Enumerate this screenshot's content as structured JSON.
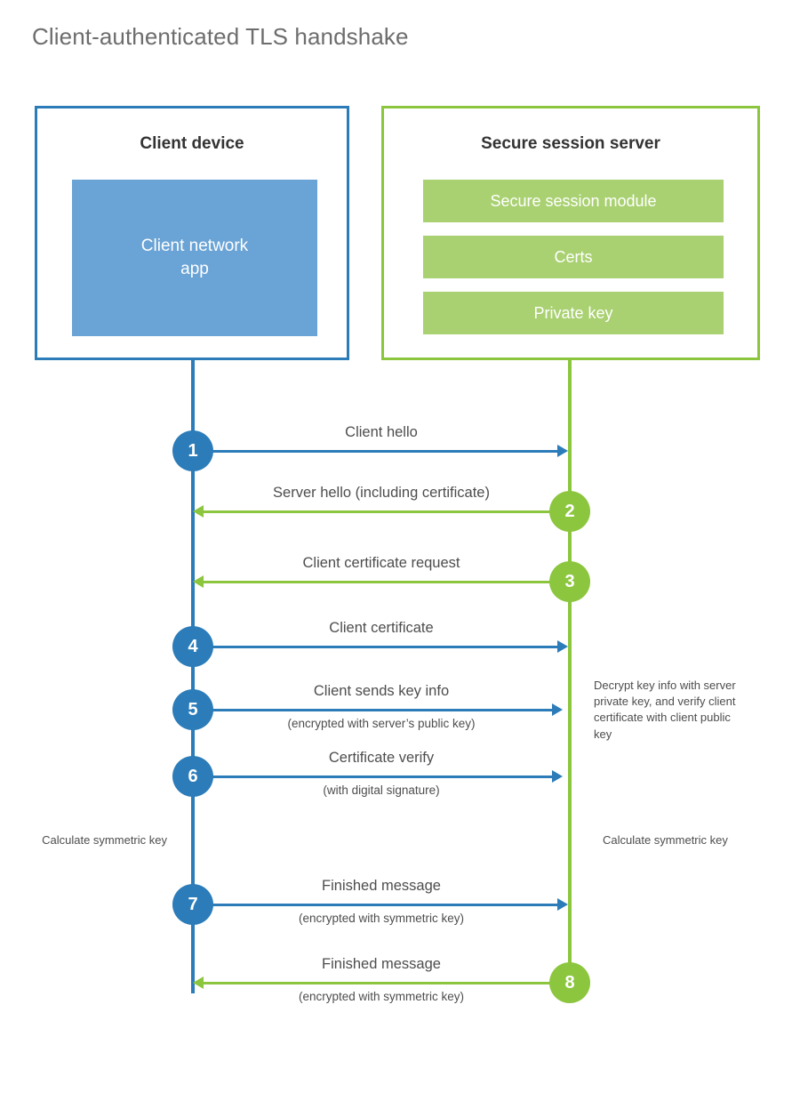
{
  "title": "Client-authenticated TLS handshake",
  "colors": {
    "client_blue": "#2b7cb9",
    "client_app_fill": "#6aa3d5",
    "server_green": "#8cc63e",
    "server_comp_fill": "#a9d171",
    "text": "#4d4d4d",
    "title_text": "#6d6d6d"
  },
  "client": {
    "title": "Client device",
    "app_label": "Client network\napp",
    "app_label_line1": "Client network",
    "app_label_line2": "app"
  },
  "server": {
    "title": "Secure session server",
    "components": [
      {
        "label": "Secure session module"
      },
      {
        "label": "Certs"
      },
      {
        "label": "Private key"
      }
    ]
  },
  "messages": [
    {
      "step": "1",
      "label": "Client hello",
      "sublabel": "",
      "direction": "client-to-server",
      "color": "blue"
    },
    {
      "step": "2",
      "label": "Server hello (including certificate)",
      "sublabel": "",
      "direction": "server-to-client",
      "color": "green"
    },
    {
      "step": "3",
      "label": "Client certificate request",
      "sublabel": "",
      "direction": "server-to-client",
      "color": "green"
    },
    {
      "step": "4",
      "label": "Client certificate",
      "sublabel": "",
      "direction": "client-to-server",
      "color": "blue"
    },
    {
      "step": "5",
      "label": "Client sends key info",
      "sublabel": "(encrypted with server’s public key)",
      "direction": "client-to-server",
      "color": "blue"
    },
    {
      "step": "6",
      "label": "Certificate verify",
      "sublabel": "(with digital signature)",
      "direction": "client-to-server",
      "color": "blue"
    },
    {
      "step": "7",
      "label": "Finished message",
      "sublabel": "(encrypted with symmetric key)",
      "direction": "client-to-server",
      "color": "blue"
    },
    {
      "step": "8",
      "label": "Finished message",
      "sublabel": "(encrypted with symmetric key)",
      "direction": "server-to-client",
      "color": "green"
    }
  ],
  "notes": {
    "decrypt": "Decrypt key info with server private key, and verify client certificate with client public key",
    "calc_client": "Calculate symmetric key",
    "calc_server": "Calculate symmetric key"
  }
}
